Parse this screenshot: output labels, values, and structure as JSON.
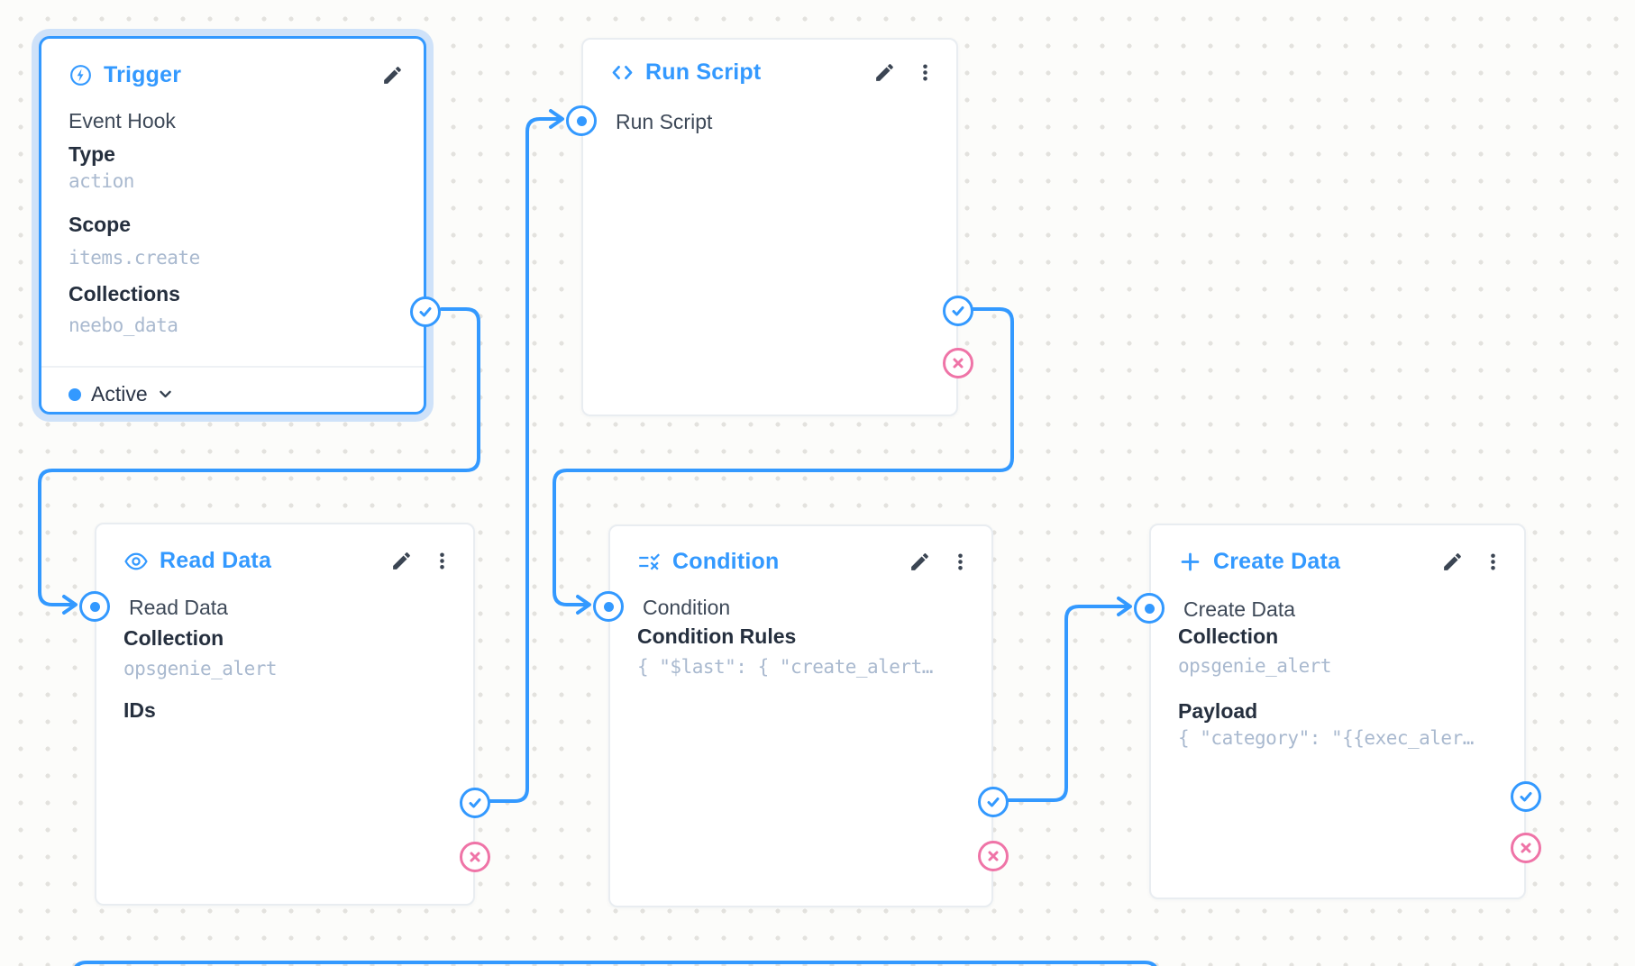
{
  "canvas": {
    "accent": "#3399ff",
    "reject_color": "#ef74a7",
    "background": "#fcfcfa"
  },
  "icons": {
    "trigger": "bolt-icon",
    "run_script": "code-icon",
    "read_data": "eye-icon",
    "condition": "rule-icon",
    "create_data": "plus-icon",
    "edit": "pencil-icon",
    "menu": "kebab-menu-icon",
    "status_toggle": "chevron-down-icon",
    "success_port": "check-icon",
    "reject_port": "x-icon",
    "input_port": "dot-circle-icon"
  },
  "nodes": {
    "trigger": {
      "title": "Trigger",
      "subtitle": "Event Hook",
      "fields": [
        {
          "label": "Type",
          "value": "action"
        },
        {
          "label": "Scope",
          "value": "items.create"
        },
        {
          "label": "Collections",
          "value": "neebo_data"
        }
      ],
      "status": "Active"
    },
    "run_script": {
      "title": "Run Script",
      "input_label": "Run Script"
    },
    "read_data": {
      "title": "Read Data",
      "input_label": "Read Data",
      "fields": [
        {
          "label": "Collection",
          "value": "opsgenie_alert"
        },
        {
          "label": "IDs"
        }
      ]
    },
    "condition": {
      "title": "Condition",
      "input_label": "Condition",
      "fields": [
        {
          "label": "Condition Rules",
          "value": "{ \"$last\": { \"create_alert…"
        }
      ]
    },
    "create_data": {
      "title": "Create Data",
      "input_label": "Create Data",
      "fields": [
        {
          "label": "Collection",
          "value": "opsgenie_alert"
        },
        {
          "label": "Payload",
          "value": "{ \"category\": \"{{exec_aler…"
        }
      ]
    }
  }
}
